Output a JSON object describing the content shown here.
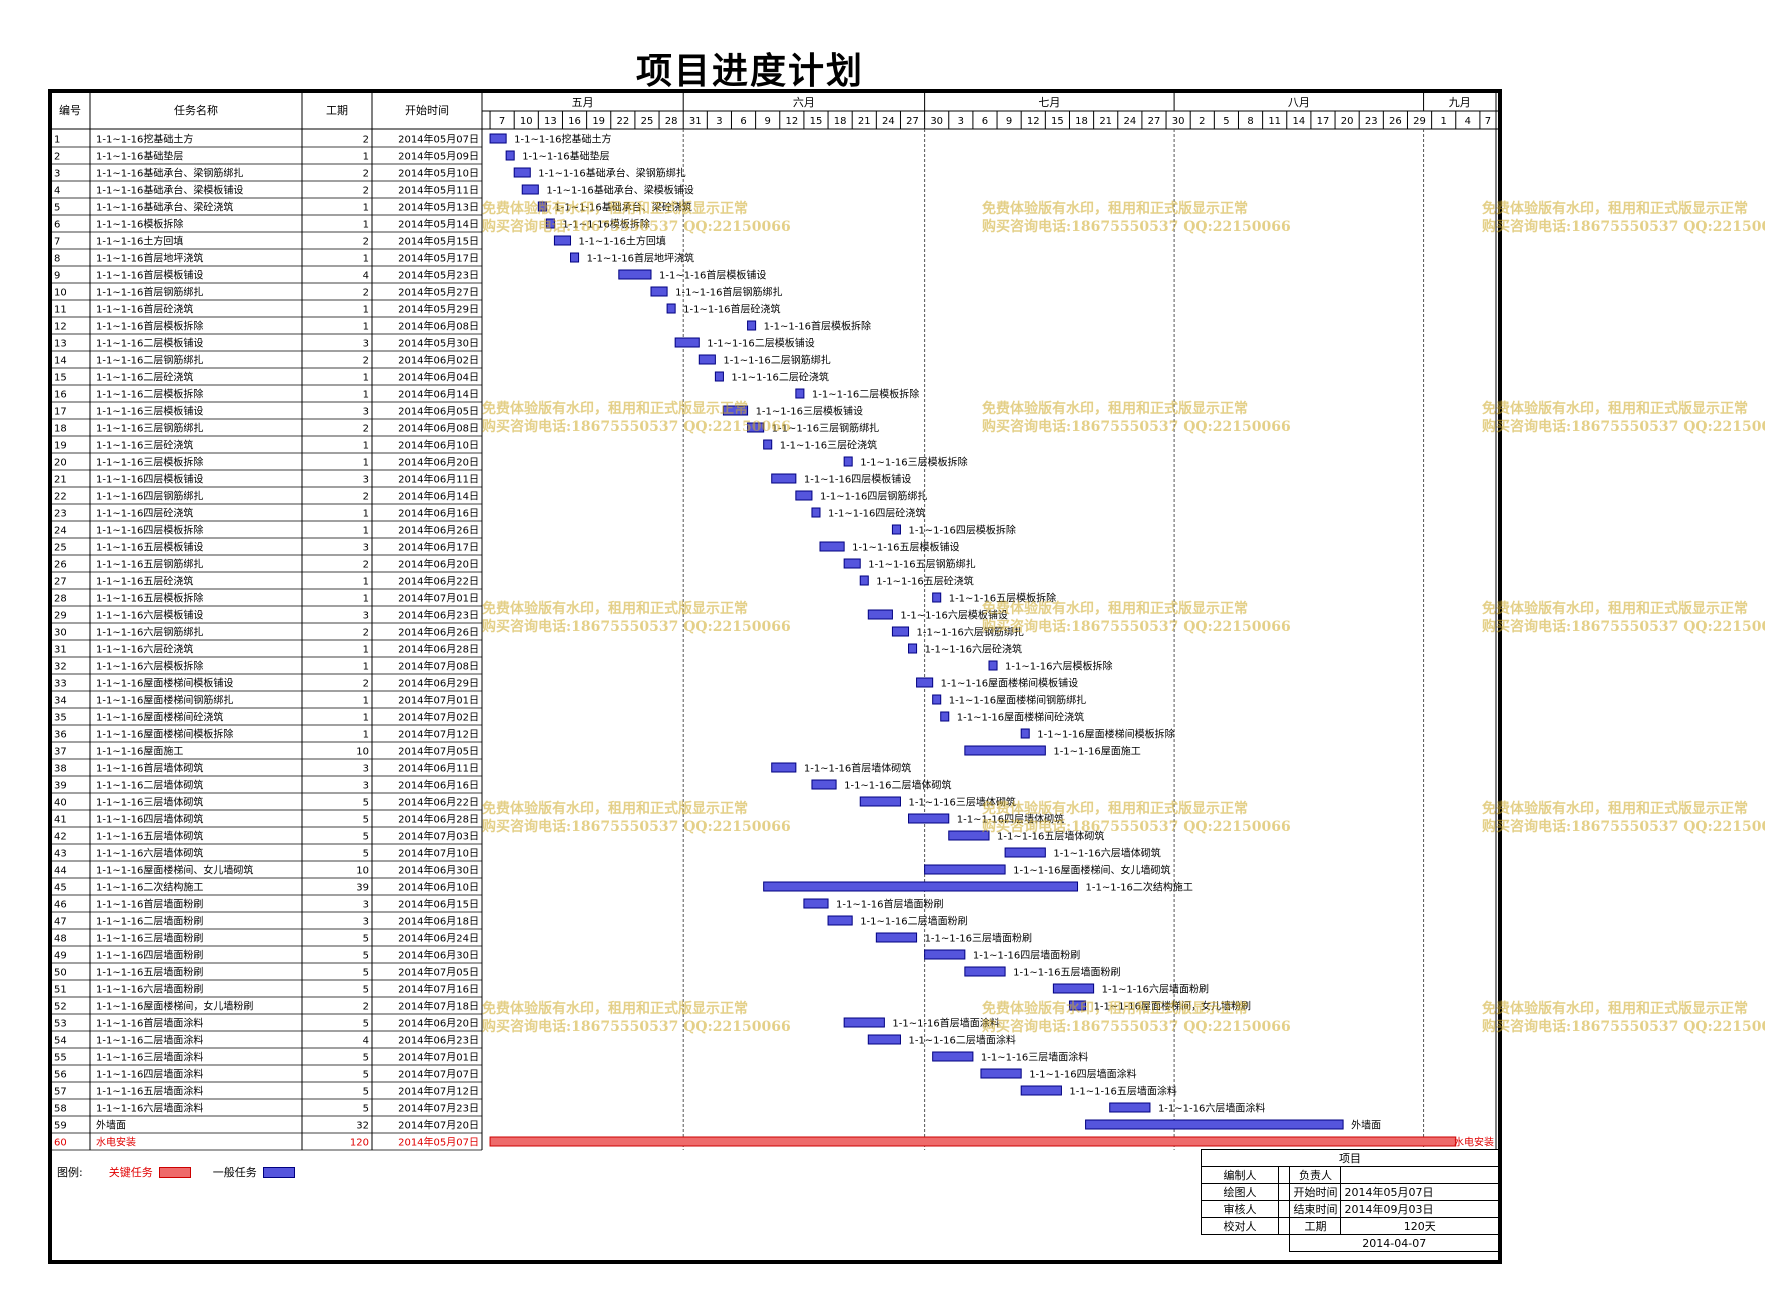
{
  "title": "项目进度计划",
  "headers": {
    "id": "编号",
    "name": "任务名称",
    "duration": "工期",
    "start": "开始时间"
  },
  "months": [
    {
      "label": "五月",
      "start_date": "2014-05-06",
      "end_date": "2014-05-31"
    },
    {
      "label": "六月",
      "start_date": "2014-05-31",
      "end_date": "2014-06-30"
    },
    {
      "label": "七月",
      "start_date": "2014-06-30",
      "end_date": "2014-07-31"
    },
    {
      "label": "八月",
      "start_date": "2014-07-31",
      "end_date": "2014-08-31"
    },
    {
      "label": "九月",
      "start_date": "2014-08-31",
      "end_date": "2014-09-09"
    }
  ],
  "day_ticks": [
    {
      "label": "7",
      "date": "2014-05-07"
    },
    {
      "label": "10",
      "date": "2014-05-10"
    },
    {
      "label": "13",
      "date": "2014-05-13"
    },
    {
      "label": "16",
      "date": "2014-05-16"
    },
    {
      "label": "19",
      "date": "2014-05-19"
    },
    {
      "label": "22",
      "date": "2014-05-22"
    },
    {
      "label": "25",
      "date": "2014-05-25"
    },
    {
      "label": "28",
      "date": "2014-05-28"
    },
    {
      "label": "31",
      "date": "2014-05-31"
    },
    {
      "label": "3",
      "date": "2014-06-03"
    },
    {
      "label": "6",
      "date": "2014-06-06"
    },
    {
      "label": "9",
      "date": "2014-06-09"
    },
    {
      "label": "12",
      "date": "2014-06-12"
    },
    {
      "label": "15",
      "date": "2014-06-15"
    },
    {
      "label": "18",
      "date": "2014-06-18"
    },
    {
      "label": "21",
      "date": "2014-06-21"
    },
    {
      "label": "24",
      "date": "2014-06-24"
    },
    {
      "label": "27",
      "date": "2014-06-27"
    },
    {
      "label": "30",
      "date": "2014-06-30"
    },
    {
      "label": "3",
      "date": "2014-07-03"
    },
    {
      "label": "6",
      "date": "2014-07-06"
    },
    {
      "label": "9",
      "date": "2014-07-09"
    },
    {
      "label": "12",
      "date": "2014-07-12"
    },
    {
      "label": "15",
      "date": "2014-07-15"
    },
    {
      "label": "18",
      "date": "2014-07-18"
    },
    {
      "label": "21",
      "date": "2014-07-21"
    },
    {
      "label": "24",
      "date": "2014-07-24"
    },
    {
      "label": "27",
      "date": "2014-07-27"
    },
    {
      "label": "30",
      "date": "2014-07-30"
    },
    {
      "label": "2",
      "date": "2014-08-02"
    },
    {
      "label": "5",
      "date": "2014-08-05"
    },
    {
      "label": "8",
      "date": "2014-08-08"
    },
    {
      "label": "11",
      "date": "2014-08-11"
    },
    {
      "label": "14",
      "date": "2014-08-14"
    },
    {
      "label": "17",
      "date": "2014-08-17"
    },
    {
      "label": "20",
      "date": "2014-08-20"
    },
    {
      "label": "23",
      "date": "2014-08-23"
    },
    {
      "label": "26",
      "date": "2014-08-26"
    },
    {
      "label": "29",
      "date": "2014-08-29"
    },
    {
      "label": "1",
      "date": "2014-09-01"
    },
    {
      "label": "4",
      "date": "2014-09-04"
    },
    {
      "label": "7",
      "date": "2014-09-07"
    }
  ],
  "chart_data": {
    "type": "gantt",
    "title": "项目进度计划",
    "x_range": [
      "2014-05-06",
      "2014-09-09"
    ],
    "tasks": [
      {
        "id": "1",
        "name": "1-1~1-16挖基础土方",
        "duration": 2,
        "start": "2014年05月07日",
        "start_date": "2014-05-07",
        "critical": false
      },
      {
        "id": "2",
        "name": "1-1~1-16基础垫层",
        "duration": 1,
        "start": "2014年05月09日",
        "start_date": "2014-05-09",
        "critical": false
      },
      {
        "id": "3",
        "name": "1-1~1-16基础承台、梁钢筋绑扎",
        "duration": 2,
        "start": "2014年05月10日",
        "start_date": "2014-05-10",
        "critical": false
      },
      {
        "id": "4",
        "name": "1-1~1-16基础承台、梁模板铺设",
        "duration": 2,
        "start": "2014年05月11日",
        "start_date": "2014-05-11",
        "critical": false
      },
      {
        "id": "5",
        "name": "1-1~1-16基础承台、梁砼浇筑",
        "duration": 1,
        "start": "2014年05月13日",
        "start_date": "2014-05-13",
        "critical": false
      },
      {
        "id": "6",
        "name": "1-1~1-16模板拆除",
        "duration": 1,
        "start": "2014年05月14日",
        "start_date": "2014-05-14",
        "critical": false
      },
      {
        "id": "7",
        "name": "1-1~1-16土方回填",
        "duration": 2,
        "start": "2014年05月15日",
        "start_date": "2014-05-15",
        "critical": false
      },
      {
        "id": "8",
        "name": "1-1~1-16首层地坪浇筑",
        "duration": 1,
        "start": "2014年05月17日",
        "start_date": "2014-05-17",
        "critical": false
      },
      {
        "id": "9",
        "name": "1-1~1-16首层模板铺设",
        "duration": 4,
        "start": "2014年05月23日",
        "start_date": "2014-05-23",
        "critical": false
      },
      {
        "id": "10",
        "name": "1-1~1-16首层钢筋绑扎",
        "duration": 2,
        "start": "2014年05月27日",
        "start_date": "2014-05-27",
        "critical": false
      },
      {
        "id": "11",
        "name": "1-1~1-16首层砼浇筑",
        "duration": 1,
        "start": "2014年05月29日",
        "start_date": "2014-05-29",
        "critical": false
      },
      {
        "id": "12",
        "name": "1-1~1-16首层模板拆除",
        "duration": 1,
        "start": "2014年06月08日",
        "start_date": "2014-06-08",
        "critical": false
      },
      {
        "id": "13",
        "name": "1-1~1-16二层模板铺设",
        "duration": 3,
        "start": "2014年05月30日",
        "start_date": "2014-05-30",
        "critical": false
      },
      {
        "id": "14",
        "name": "1-1~1-16二层钢筋绑扎",
        "duration": 2,
        "start": "2014年06月02日",
        "start_date": "2014-06-02",
        "critical": false
      },
      {
        "id": "15",
        "name": "1-1~1-16二层砼浇筑",
        "duration": 1,
        "start": "2014年06月04日",
        "start_date": "2014-06-04",
        "critical": false
      },
      {
        "id": "16",
        "name": "1-1~1-16二层模板拆除",
        "duration": 1,
        "start": "2014年06月14日",
        "start_date": "2014-06-14",
        "critical": false
      },
      {
        "id": "17",
        "name": "1-1~1-16三层模板铺设",
        "duration": 3,
        "start": "2014年06月05日",
        "start_date": "2014-06-05",
        "critical": false
      },
      {
        "id": "18",
        "name": "1-1~1-16三层钢筋绑扎",
        "duration": 2,
        "start": "2014年06月08日",
        "start_date": "2014-06-08",
        "critical": false
      },
      {
        "id": "19",
        "name": "1-1~1-16三层砼浇筑",
        "duration": 1,
        "start": "2014年06月10日",
        "start_date": "2014-06-10",
        "critical": false
      },
      {
        "id": "20",
        "name": "1-1~1-16三层模板拆除",
        "duration": 1,
        "start": "2014年06月20日",
        "start_date": "2014-06-20",
        "critical": false
      },
      {
        "id": "21",
        "name": "1-1~1-16四层模板铺设",
        "duration": 3,
        "start": "2014年06月11日",
        "start_date": "2014-06-11",
        "critical": false
      },
      {
        "id": "22",
        "name": "1-1~1-16四层钢筋绑扎",
        "duration": 2,
        "start": "2014年06月14日",
        "start_date": "2014-06-14",
        "critical": false
      },
      {
        "id": "23",
        "name": "1-1~1-16四层砼浇筑",
        "duration": 1,
        "start": "2014年06月16日",
        "start_date": "2014-06-16",
        "critical": false
      },
      {
        "id": "24",
        "name": "1-1~1-16四层模板拆除",
        "duration": 1,
        "start": "2014年06月26日",
        "start_date": "2014-06-26",
        "critical": false
      },
      {
        "id": "25",
        "name": "1-1~1-16五层模板铺设",
        "duration": 3,
        "start": "2014年06月17日",
        "start_date": "2014-06-17",
        "critical": false
      },
      {
        "id": "26",
        "name": "1-1~1-16五层钢筋绑扎",
        "duration": 2,
        "start": "2014年06月20日",
        "start_date": "2014-06-20",
        "critical": false
      },
      {
        "id": "27",
        "name": "1-1~1-16五层砼浇筑",
        "duration": 1,
        "start": "2014年06月22日",
        "start_date": "2014-06-22",
        "critical": false
      },
      {
        "id": "28",
        "name": "1-1~1-16五层模板拆除",
        "duration": 1,
        "start": "2014年07月01日",
        "start_date": "2014-07-01",
        "critical": false
      },
      {
        "id": "29",
        "name": "1-1~1-16六层模板铺设",
        "duration": 3,
        "start": "2014年06月23日",
        "start_date": "2014-06-23",
        "critical": false
      },
      {
        "id": "30",
        "name": "1-1~1-16六层钢筋绑扎",
        "duration": 2,
        "start": "2014年06月26日",
        "start_date": "2014-06-26",
        "critical": false
      },
      {
        "id": "31",
        "name": "1-1~1-16六层砼浇筑",
        "duration": 1,
        "start": "2014年06月28日",
        "start_date": "2014-06-28",
        "critical": false
      },
      {
        "id": "32",
        "name": "1-1~1-16六层模板拆除",
        "duration": 1,
        "start": "2014年07月08日",
        "start_date": "2014-07-08",
        "critical": false
      },
      {
        "id": "33",
        "name": "1-1~1-16屋面楼梯间模板铺设",
        "duration": 2,
        "start": "2014年06月29日",
        "start_date": "2014-06-29",
        "critical": false
      },
      {
        "id": "34",
        "name": "1-1~1-16屋面楼梯间钢筋绑扎",
        "duration": 1,
        "start": "2014年07月01日",
        "start_date": "2014-07-01",
        "critical": false
      },
      {
        "id": "35",
        "name": "1-1~1-16屋面楼梯间砼浇筑",
        "duration": 1,
        "start": "2014年07月02日",
        "start_date": "2014-07-02",
        "critical": false
      },
      {
        "id": "36",
        "name": "1-1~1-16屋面楼梯间模板拆除",
        "duration": 1,
        "start": "2014年07月12日",
        "start_date": "2014-07-12",
        "critical": false
      },
      {
        "id": "37",
        "name": "1-1~1-16屋面施工",
        "duration": 10,
        "start": "2014年07月05日",
        "start_date": "2014-07-05",
        "critical": false
      },
      {
        "id": "38",
        "name": "1-1~1-16首层墙体砌筑",
        "duration": 3,
        "start": "2014年06月11日",
        "start_date": "2014-06-11",
        "critical": false
      },
      {
        "id": "39",
        "name": "1-1~1-16二层墙体砌筑",
        "duration": 3,
        "start": "2014年06月16日",
        "start_date": "2014-06-16",
        "critical": false
      },
      {
        "id": "40",
        "name": "1-1~1-16三层墙体砌筑",
        "duration": 5,
        "start": "2014年06月22日",
        "start_date": "2014-06-22",
        "critical": false
      },
      {
        "id": "41",
        "name": "1-1~1-16四层墙体砌筑",
        "duration": 5,
        "start": "2014年06月28日",
        "start_date": "2014-06-28",
        "critical": false
      },
      {
        "id": "42",
        "name": "1-1~1-16五层墙体砌筑",
        "duration": 5,
        "start": "2014年07月03日",
        "start_date": "2014-07-03",
        "critical": false
      },
      {
        "id": "43",
        "name": "1-1~1-16六层墙体砌筑",
        "duration": 5,
        "start": "2014年07月10日",
        "start_date": "2014-07-10",
        "critical": false
      },
      {
        "id": "44",
        "name": "1-1~1-16屋面楼梯间、女儿墙砌筑",
        "duration": 10,
        "start": "2014年06月30日",
        "start_date": "2014-06-30",
        "critical": false
      },
      {
        "id": "45",
        "name": "1-1~1-16二次结构施工",
        "duration": 39,
        "start": "2014年06月10日",
        "start_date": "2014-06-10",
        "critical": false
      },
      {
        "id": "46",
        "name": "1-1~1-16首层墙面粉刷",
        "duration": 3,
        "start": "2014年06月15日",
        "start_date": "2014-06-15",
        "critical": false
      },
      {
        "id": "47",
        "name": "1-1~1-16二层墙面粉刷",
        "duration": 3,
        "start": "2014年06月18日",
        "start_date": "2014-06-18",
        "critical": false
      },
      {
        "id": "48",
        "name": "1-1~1-16三层墙面粉刷",
        "duration": 5,
        "start": "2014年06月24日",
        "start_date": "2014-06-24",
        "critical": false
      },
      {
        "id": "49",
        "name": "1-1~1-16四层墙面粉刷",
        "duration": 5,
        "start": "2014年06月30日",
        "start_date": "2014-06-30",
        "critical": false
      },
      {
        "id": "50",
        "name": "1-1~1-16五层墙面粉刷",
        "duration": 5,
        "start": "2014年07月05日",
        "start_date": "2014-07-05",
        "critical": false
      },
      {
        "id": "51",
        "name": "1-1~1-16六层墙面粉刷",
        "duration": 5,
        "start": "2014年07月16日",
        "start_date": "2014-07-16",
        "critical": false
      },
      {
        "id": "52",
        "name": "1-1~1-16屋面楼梯间，女儿墙粉刷",
        "duration": 2,
        "start": "2014年07月18日",
        "start_date": "2014-07-18",
        "critical": false
      },
      {
        "id": "53",
        "name": "1-1~1-16首层墙面涂料",
        "duration": 5,
        "start": "2014年06月20日",
        "start_date": "2014-06-20",
        "critical": false
      },
      {
        "id": "54",
        "name": "1-1~1-16二层墙面涂料",
        "duration": 4,
        "start": "2014年06月23日",
        "start_date": "2014-06-23",
        "critical": false
      },
      {
        "id": "55",
        "name": "1-1~1-16三层墙面涂料",
        "duration": 5,
        "start": "2014年07月01日",
        "start_date": "2014-07-01",
        "critical": false
      },
      {
        "id": "56",
        "name": "1-1~1-16四层墙面涂料",
        "duration": 5,
        "start": "2014年07月07日",
        "start_date": "2014-07-07",
        "critical": false
      },
      {
        "id": "57",
        "name": "1-1~1-16五层墙面涂料",
        "duration": 5,
        "start": "2014年07月12日",
        "start_date": "2014-07-12",
        "critical": false
      },
      {
        "id": "58",
        "name": "1-1~1-16六层墙面涂料",
        "duration": 5,
        "start": "2014年07月23日",
        "start_date": "2014-07-23",
        "critical": false
      },
      {
        "id": "59",
        "name": "外墙面",
        "duration": 32,
        "start": "2014年07月20日",
        "start_date": "2014-07-20",
        "critical": false
      },
      {
        "id": "60",
        "name": "水电安装",
        "duration": 120,
        "start": "2014年05月07日",
        "start_date": "2014-05-07",
        "critical": true
      }
    ]
  },
  "colors": {
    "normal_fill": "#5555dd",
    "normal_stroke": "#000080",
    "critical_fill": "#ee6b6b",
    "critical_stroke": "#cc0000",
    "critical_text": "#e00000"
  },
  "legend": {
    "label": "图例:",
    "critical": "关键任务",
    "normal": "一般任务"
  },
  "info": {
    "header": "项目",
    "compiler": "编制人",
    "owner": "负责人",
    "drafter": "绘图人",
    "start_label": "开始时间",
    "start_value": "2014年05月07日",
    "reviewer": "审核人",
    "end_label": "结束时间",
    "end_value": "2014年09月03日",
    "checker": "校对人",
    "duration_label": "工期",
    "duration_value": "120天",
    "date": "2014-04-07"
  },
  "watermark": {
    "line1": "免费体验版有水印，租用和正式版显示正常",
    "line2": "购买咨询电话:18675550537 QQ:22150066"
  }
}
